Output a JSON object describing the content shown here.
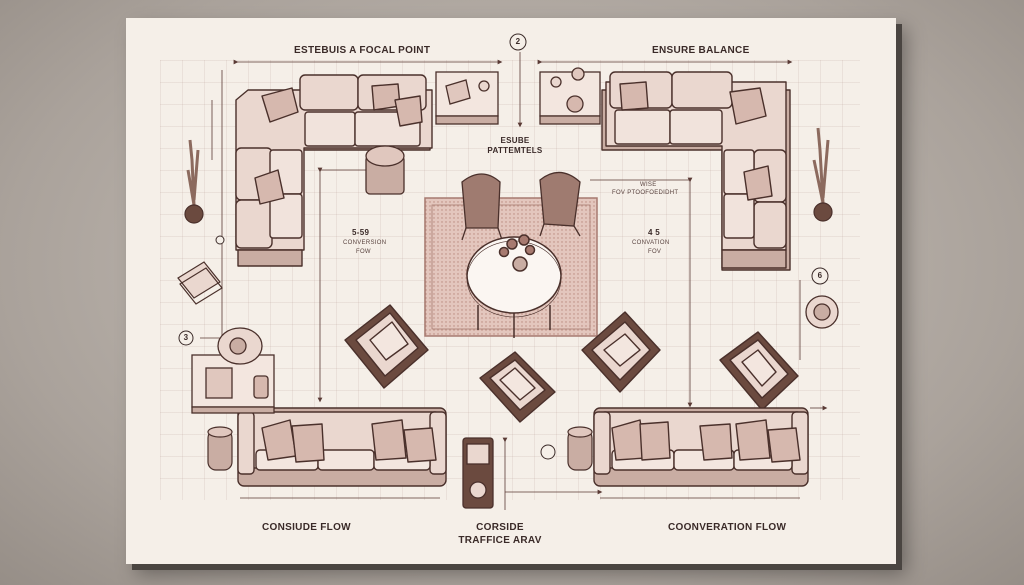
{
  "labels": {
    "focal_point": "ESTEBUIS A FOCAL POINT",
    "ensure_balance": "ENSURE BALANCE",
    "esube_title": "ESUBE",
    "esube_sub": "PATTEMTELS",
    "left_dim_value": "5-59",
    "left_dim_l1": "CONVERSION",
    "left_dim_l2": "FOW",
    "right_dim_value": "4 5",
    "right_dim_l1": "CONVATION",
    "right_dim_l2": "FOV",
    "top_right_note_l1": "WISE",
    "top_right_note_l2": "FOV PTOOFOEDIDHT",
    "consiude_flow": "CONSIUDE FLOW",
    "corside": "CORSIDE",
    "traffice_arav": "TRAFFICE ARAV",
    "cooneration_flow": "COONVERATION FLOW"
  },
  "markers": {
    "m2": "2",
    "m3": "3",
    "m6": "6"
  },
  "colors": {
    "paper": "#f5efe8",
    "sofa_fill": "#ead7cf",
    "sofa_shade": "#c9ada3",
    "wood": "#6b4a3f",
    "outline": "#4a302b",
    "rug": "#caa39a",
    "dim_line": "#5a3a35"
  }
}
